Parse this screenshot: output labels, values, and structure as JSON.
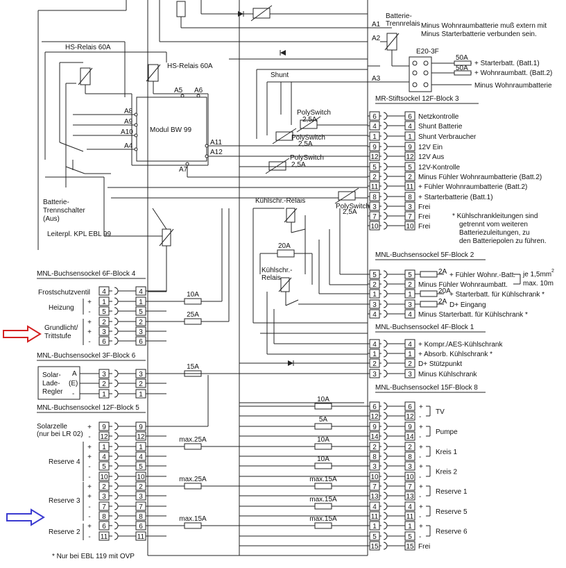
{
  "notes": {
    "top_right_1": "Minus Wohnraumbatterie muß extern mit",
    "top_right_2": "Minus Starterbatterie verbunden sein.",
    "battery_relay_1": "Batterie-",
    "battery_relay_2": "Trennrelais",
    "e20": "E20-3F",
    "hs_relay_1": "HS-Relais 60A",
    "hs_relay_2": "HS-Relais 60A",
    "module": "Modul BW 99",
    "shunt": "Shunt",
    "mr_block": "MR-Stiftsockel 12F-Block 3",
    "battery_switch_1": "Batterie-",
    "battery_switch_2": "Trennschalter",
    "battery_switch_3": "(Aus)",
    "board": "Leiterpl. KPL EBL 99",
    "fridge_relay": "Kühlschr.-Relais",
    "fridge_relay2_1": "Kühlschr.-",
    "fridge_relay2_2": "Relais",
    "fridge_note_1": "* Kühlschrankleitungen sind",
    "fridge_note_2": "getrennt vom weiteren",
    "fridge_note_3": "Batteriezuleitungen, zu",
    "fridge_note_4": "den Batteriepolen zu führen.",
    "footnote": "* Nur bei EBL 119 mit OVP",
    "polyswitch": "PolySwitch",
    "poly_rating": "2,5A",
    "cross_section_1": "je 1,5mm",
    "cross_section_sup": "2",
    "cross_section_2": "max. 10m",
    "solar_reg_1": "Solar-",
    "solar_reg_2": "Lade-",
    "solar_reg_3": "Regler",
    "solar_A": "A",
    "solar_E": "(E)",
    "solar_minus": "-"
  },
  "terminals": {
    "A1": "A1",
    "A2": "A2",
    "A3": "A3",
    "A4": "A4",
    "A5": "A5",
    "A6": "A6",
    "A7": "A7",
    "A8": "A8",
    "A9": "A9",
    "A10": "A10",
    "A11": "A11",
    "A12": "A12"
  },
  "e20_fuses": [
    {
      "rating": "50A",
      "label": "+ Starterbatt. (Batt.1)"
    },
    {
      "rating": "50A",
      "label": "+ Wohnraumbatt. (Batt.2)"
    },
    {
      "rating": "",
      "label": "Minus Wohnraumbatterie"
    }
  ],
  "mr_rows": [
    {
      "pin": "6",
      "label": "Netzkontrolle"
    },
    {
      "pin": "4",
      "label": "Shunt Batterie"
    },
    {
      "pin": "1",
      "label": "Shunt Verbraucher"
    },
    {
      "pin": "9",
      "label": "12V Ein"
    },
    {
      "pin": "12",
      "label": "12V Aus"
    },
    {
      "pin": "5",
      "label": "12V-Kontrolle"
    },
    {
      "pin": "2",
      "label": "Minus Fühler Wohnraumbatterie (Batt.2)"
    },
    {
      "pin": "11",
      "label": "+ Fühler Wohnraumbatterie (Batt.2)"
    },
    {
      "pin": "8",
      "label": "+ Starterbatterie (Batt.1)"
    },
    {
      "pin": "3",
      "label": "Frei"
    },
    {
      "pin": "7",
      "label": "Frei"
    },
    {
      "pin": "10",
      "label": "Frei"
    }
  ],
  "mnl5": {
    "title": "MNL-Buchsensockel 5F-Block 2",
    "rows": [
      {
        "pin": "5",
        "fuse": "2A",
        "label": "+ Fühler Wohnr.-Batt."
      },
      {
        "pin": "2",
        "fuse": "",
        "label": "Minus Fühler Wohnraumbatt."
      },
      {
        "pin": "1",
        "fuse": "20A",
        "label": "+ Starterbatt. für Kühlschrank *"
      },
      {
        "pin": "3",
        "fuse": "2A",
        "label": "D+ Eingang"
      },
      {
        "pin": "4",
        "fuse": "",
        "label": "Minus Starterbatt. für Kühlschrank *"
      }
    ]
  },
  "mnl4": {
    "title": "MNL-Buchsensockel 4F-Block 1",
    "rows": [
      {
        "pin": "4",
        "label": "+ Kompr./AES-Kühlschrank"
      },
      {
        "pin": "1",
        "label": "+ Absorb. Kühlschrank *"
      },
      {
        "pin": "2",
        "label": "D+ Stützpunkt"
      },
      {
        "pin": "3",
        "label": "Minus Kühlschrank"
      }
    ]
  },
  "mnl15": {
    "title": "MNL-Buchsensockel 15F-Block 8",
    "pins": [
      {
        "pin": "6",
        "sign": "+"
      },
      {
        "pin": "12",
        "sign": "-"
      },
      {
        "pin": "9",
        "sign": "+"
      },
      {
        "pin": "14",
        "sign": "-"
      },
      {
        "pin": "2",
        "sign": "+"
      },
      {
        "pin": "8",
        "sign": "-"
      },
      {
        "pin": "3",
        "sign": "+"
      },
      {
        "pin": "10",
        "sign": "-"
      },
      {
        "pin": "7",
        "sign": "+"
      },
      {
        "pin": "13",
        "sign": "-"
      },
      {
        "pin": "4",
        "sign": "+"
      },
      {
        "pin": "11",
        "sign": "-"
      },
      {
        "pin": "1",
        "sign": "+"
      },
      {
        "pin": "5",
        "sign": "-"
      },
      {
        "pin": "15",
        "sign": ""
      }
    ],
    "groups": [
      "TV",
      "Pumpe",
      "Kreis 1",
      "Kreis 2",
      "Reserve 1",
      "Reserve 5",
      "Reserve 6"
    ],
    "frei": "Frei",
    "fuses": [
      "10A",
      "5A",
      "10A",
      "10A",
      "max.15A",
      "max.15A",
      "max.15A"
    ]
  },
  "left6": {
    "title": "MNL-Buchsensockel 6F-Block 4",
    "pins": [
      {
        "pin": "4",
        "sign": "+"
      },
      {
        "pin": "1",
        "sign": "+"
      },
      {
        "pin": "5",
        "sign": "-"
      },
      {
        "pin": "2",
        "sign": "+"
      },
      {
        "pin": "3",
        "sign": "+"
      },
      {
        "pin": "6",
        "sign": "-"
      }
    ],
    "labels": [
      "Frostschutzventil",
      "Heizung",
      "Grundlicht/",
      "Trittstufe"
    ],
    "fuses": [
      "10A",
      "25A"
    ]
  },
  "left3": {
    "title": "MNL-Buchsensockel 3F-Block 6",
    "pins": [
      "3",
      "2",
      "1"
    ],
    "fuse": "15A"
  },
  "left12": {
    "title": "MNL-Buchsensockel 12F-Block 5",
    "pins": [
      {
        "pin": "9",
        "sign": "+"
      },
      {
        "pin": "12",
        "sign": "-"
      },
      {
        "pin": "1",
        "sign": "+"
      },
      {
        "pin": "4",
        "sign": "+"
      },
      {
        "pin": "5",
        "sign": "-"
      },
      {
        "pin": "10",
        "sign": "-"
      },
      {
        "pin": "2",
        "sign": "+"
      },
      {
        "pin": "3",
        "sign": "+"
      },
      {
        "pin": "7",
        "sign": "-"
      },
      {
        "pin": "8",
        "sign": "-"
      },
      {
        "pin": "6",
        "sign": "+"
      },
      {
        "pin": "11",
        "sign": "-"
      }
    ],
    "labels": [
      "Solarzelle",
      "(nur bei LR 02)",
      "Reserve 4",
      "Reserve 3",
      "Reserve 2"
    ],
    "fuses": [
      "max.25A",
      "max.25A",
      "max.15A"
    ]
  },
  "colors": {
    "red_arrow": "#d42020",
    "blue_arrow": "#3a3ad0",
    "line": "#222222"
  }
}
